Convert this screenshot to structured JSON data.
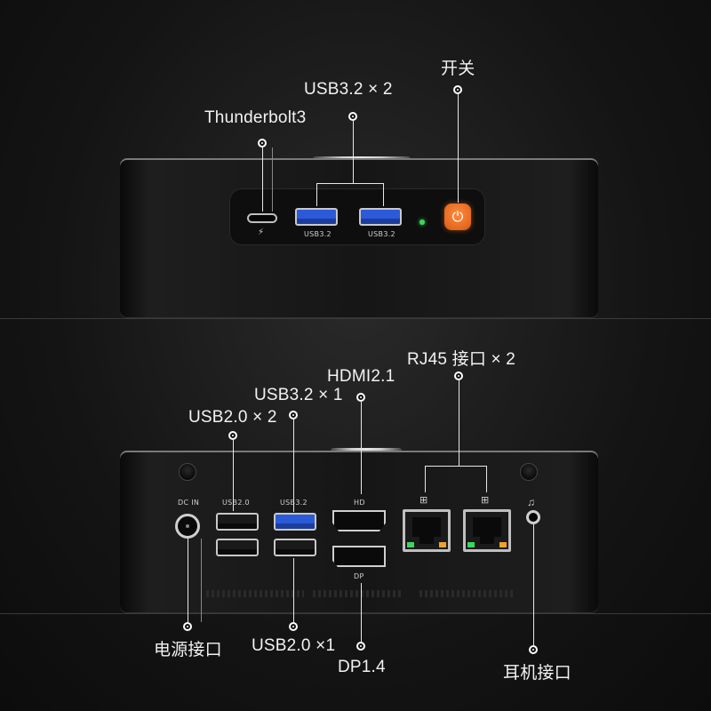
{
  "front": {
    "callouts": {
      "thunderbolt": "Thunderbolt3",
      "usb32x2": "USB3.2 × 2",
      "power": "开关"
    },
    "port_labels": {
      "usb32_a": "USB3.2",
      "usb32_b": "USB3.2",
      "thunderbolt_symbol": "⚡"
    },
    "power_symbol": "⏻"
  },
  "rear": {
    "callouts": {
      "usb20x2": "USB2.0 × 2",
      "usb32x1": "USB3.2 × 1",
      "hdmi": "HDMI2.1",
      "rj45x2": "RJ45 接口 × 2",
      "dc_in": "电源接口",
      "usb20x1": "USB2.0 ×1",
      "dp": "DP1.4",
      "audio": "耳机接口"
    },
    "port_labels": {
      "dc": "DC IN",
      "usb20": "USB2.0",
      "usb32": "USB3.2",
      "hd": "HD",
      "dp": "DP"
    },
    "icons": {
      "network": "network-icon",
      "headphone": "headphone-icon"
    }
  },
  "colors": {
    "usb3_blue": "#2b5bd8",
    "power_orange": "#e66a1e",
    "led_green": "#3ed65b"
  }
}
